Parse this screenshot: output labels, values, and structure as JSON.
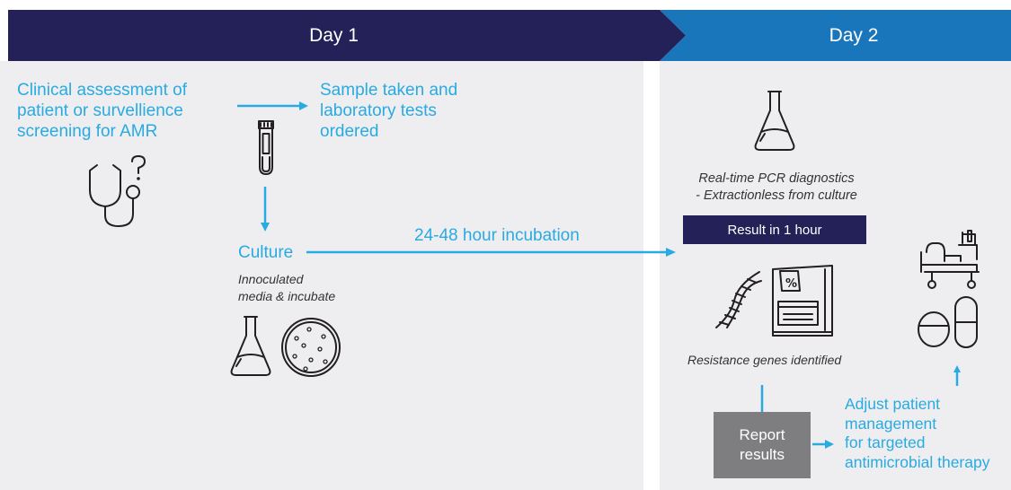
{
  "header": {
    "day1": "Day 1",
    "day2": "Day 2"
  },
  "steps": {
    "clinical_assessment": [
      "Clinical assessment of",
      "patient or survellience",
      "screening for AMR"
    ],
    "sample": [
      "Sample taken and",
      "laboratory tests",
      "ordered"
    ],
    "culture": "Culture",
    "culture_note": [
      "Innoculated",
      "media & incubate"
    ],
    "incubation": "24-48 hour incubation",
    "pcr": [
      "Real-time PCR diagnostics",
      "- Extractionless from culture"
    ],
    "result_box": "Result in 1 hour",
    "resistance": "Resistance genes identified",
    "report": [
      "Report",
      "results"
    ],
    "adjust": [
      "Adjust patient",
      "management",
      "for targeted",
      "antimicrobial therapy"
    ]
  },
  "icons": [
    "stethoscope-icon",
    "question-mark-icon",
    "test-tube-icon",
    "flask-icon",
    "petri-dish-icon",
    "dna-icon",
    "pcr-instrument-icon",
    "hospital-bed-icon",
    "pills-icon"
  ],
  "colors": {
    "day1_header": "#232157",
    "day2_header": "#1a76bb",
    "accent": "#29aae1",
    "panel": "#eeeef0",
    "result_box": "#232157",
    "report_box": "#7e7e80"
  }
}
